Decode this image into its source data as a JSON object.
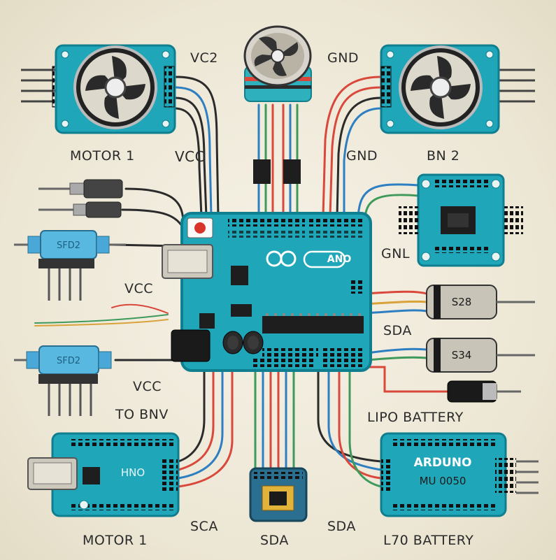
{
  "colors": {
    "board": "#1fa6b8",
    "board_dark": "#0f7f90",
    "wire_red": "#d9483b",
    "wire_green": "#3e9a5a",
    "wire_blue": "#2d7fc1",
    "wire_black": "#2b2b2b",
    "chip": "#1e1e1e"
  },
  "labels": {
    "vc2": "VC2",
    "gnd_top": "GND",
    "motor1_top": "MOTOR 1",
    "vcc_top": "VCC",
    "gnd_mid": "GND",
    "bn2": "BN 2",
    "gnl": "GNL",
    "vcc_left": "VCC",
    "sda_right": "SDA",
    "vcc_lower": "VCC",
    "to_bnv": "TO BNV",
    "lipo": "LIPO BATTERY",
    "motor1_bottom": "MOTOR 1",
    "sca": "SCA",
    "sda_bottom": "SDA",
    "sda_bottom_right": "SDA",
    "l70": "L70 BATTERY"
  },
  "board_text": {
    "arduino_logo": "ANO",
    "module_right_line1": "ARDUNO",
    "module_right_line2": "MU 0050",
    "module_left_text": "HNO"
  },
  "component_text": {
    "resistor_1": "S28",
    "resistor_2": "S34",
    "blue_cap_1": "SFD2",
    "blue_cap_2": "SFD2"
  },
  "icons": [
    "fan-icon",
    "brushless-motor-icon",
    "arduino-board",
    "usb-port-icon",
    "reset-button-icon"
  ]
}
